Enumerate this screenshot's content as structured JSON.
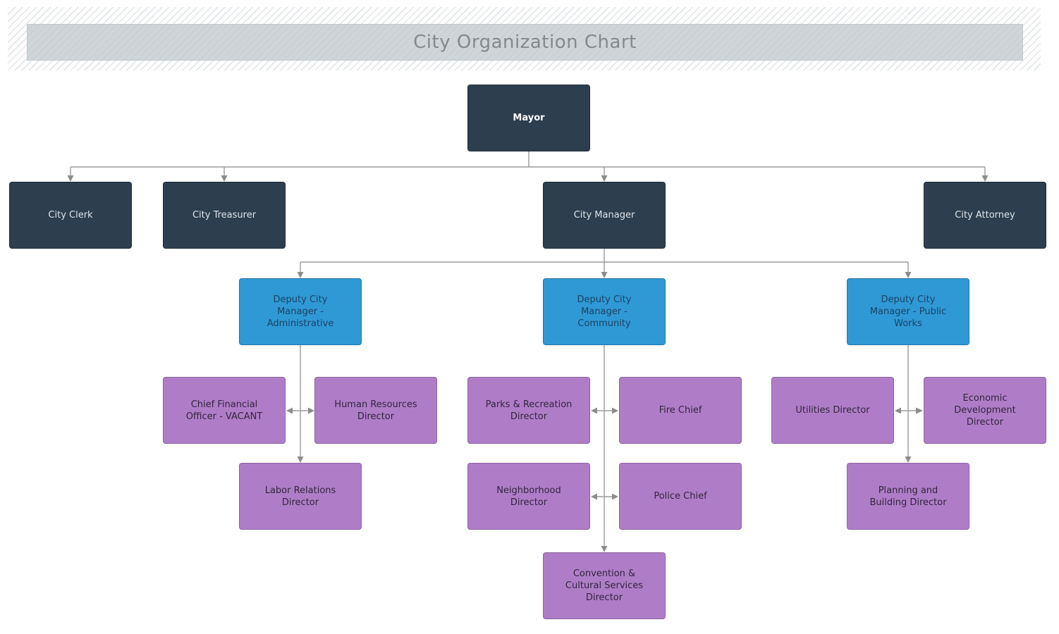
{
  "title": "City Organization Chart",
  "colors": {
    "executive": "#2d3e4e",
    "deputy": "#2f99d5",
    "department": "#af7dc8",
    "connector": "#9b9b9b"
  },
  "nodes": {
    "mayor": {
      "label": "Mayor",
      "level": "executive"
    },
    "city_clerk": {
      "label": "City Clerk",
      "level": "executive"
    },
    "city_treasurer": {
      "label": "City Treasurer",
      "level": "executive"
    },
    "city_manager": {
      "label": "City Manager",
      "level": "executive"
    },
    "city_attorney": {
      "label": "City Attorney",
      "level": "executive"
    },
    "dcm_admin": {
      "label": "Deputy City Manager - Administrative",
      "level": "deputy"
    },
    "dcm_community": {
      "label": "Deputy City Manager - Community",
      "level": "deputy"
    },
    "dcm_public_works": {
      "label": "Deputy City Manager - Public Works",
      "level": "deputy"
    },
    "cfo": {
      "label": "Chief Financial Officer - VACANT",
      "level": "department"
    },
    "hr": {
      "label": "Human Resources Director",
      "level": "department"
    },
    "labor": {
      "label": "Labor Relations Director",
      "level": "department"
    },
    "parks": {
      "label": "Parks & Recreation Director",
      "level": "department"
    },
    "fire": {
      "label": "Fire Chief",
      "level": "department"
    },
    "neighborhood": {
      "label": "Neighborhood Director",
      "level": "department"
    },
    "police": {
      "label": "Police Chief",
      "level": "department"
    },
    "convention": {
      "label": "Convention & Cultural Services Director",
      "level": "department"
    },
    "utilities": {
      "label": "Utilities Director",
      "level": "department"
    },
    "econ_dev": {
      "label": "Economic Development Director",
      "level": "department"
    },
    "planning": {
      "label": "Planning and Building Director",
      "level": "department"
    }
  }
}
